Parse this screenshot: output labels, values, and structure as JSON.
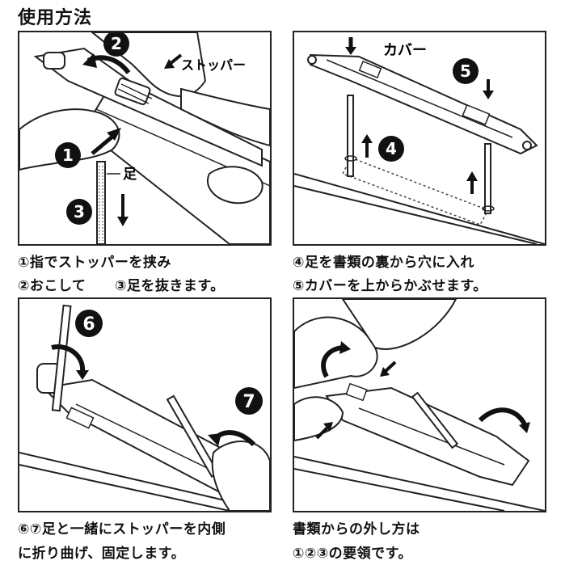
{
  "title": "使用方法",
  "panels": {
    "p1": {
      "label_stopper": "ストッパー",
      "label_foot": "足",
      "n1": "1",
      "n2": "2",
      "n3": "3"
    },
    "p2": {
      "label_cover": "カバー",
      "n4": "4",
      "n5": "5"
    },
    "p3": {
      "n6": "6",
      "n7": "7"
    }
  },
  "captions": {
    "c1a": "①指でストッパーを挟み",
    "c1b": "②おこして",
    "c1c": "③足を抜きます。",
    "c2a": "④足を書類の裏から穴に入れ",
    "c2b": "⑤カバーを上からかぶせます。",
    "c3a": "⑥⑦足と一緒にストッパーを内側",
    "c3b": "に折り曲げ、固定します。",
    "c4a": "書類からの外し方は",
    "c4b": "①②③の要領です。"
  }
}
